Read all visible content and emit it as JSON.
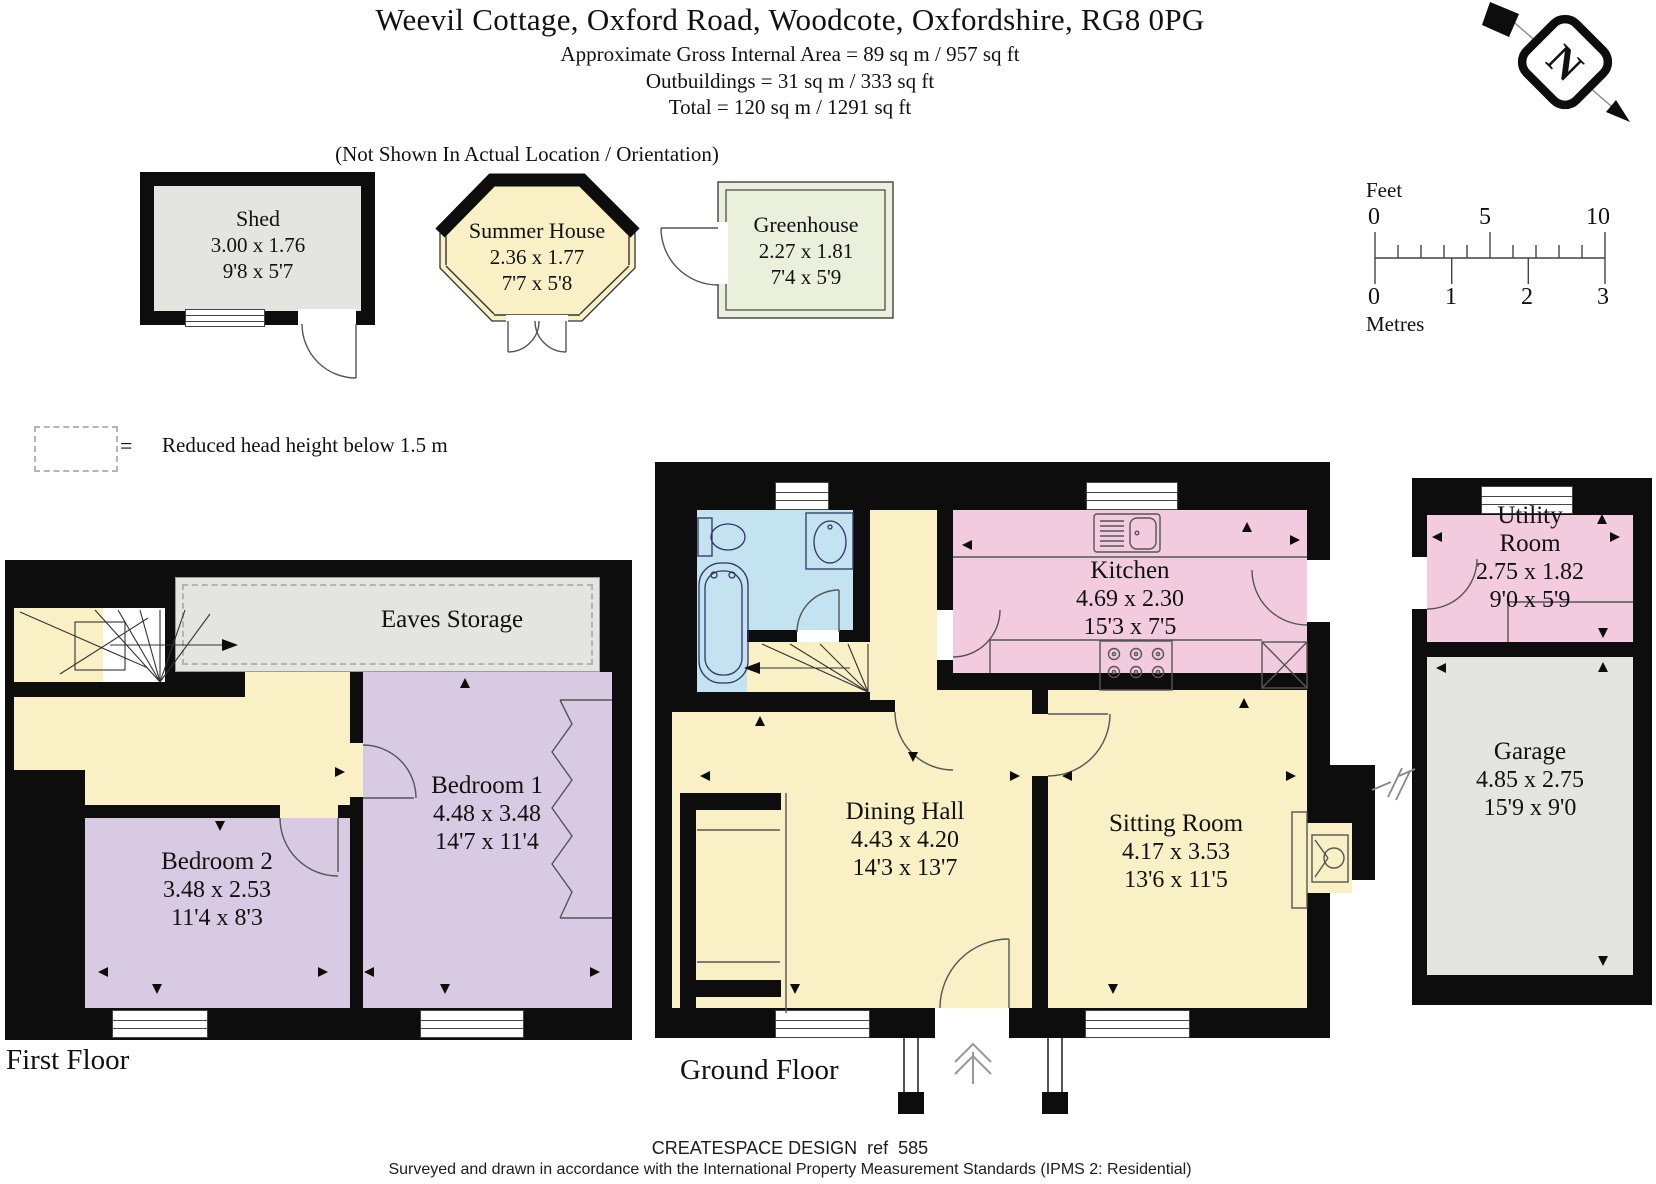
{
  "header": {
    "title": "Weevil Cottage, Oxford Road, Woodcote, Oxfordshire, RG8 0PG",
    "area_line": "Approximate Gross Internal Area = 89 sq m / 957 sq ft",
    "outbuildings_line": "Outbuildings = 31 sq m /  333 sq ft",
    "total_line": "Total = 120 sq m /  1291 sq ft"
  },
  "note": "(Not Shown In Actual Location / Orientation)",
  "north": {
    "letter": "N"
  },
  "scale": {
    "feet_label": "Feet",
    "metres_label": "Metres",
    "feet_values": [
      "0",
      "5",
      "10"
    ],
    "metre_values": [
      "0",
      "1",
      "2",
      "3"
    ]
  },
  "legend": {
    "symbol": "=",
    "text": "Reduced head height below 1.5 m"
  },
  "outbuildings": {
    "shed": {
      "name": "Shed",
      "metric": "3.00 x 1.76",
      "imperial": "9'8 x 5'7"
    },
    "summer_house": {
      "name": "Summer House",
      "metric": "2.36 x 1.77",
      "imperial": "7'7 x 5'8"
    },
    "greenhouse": {
      "name": "Greenhouse",
      "metric": "2.27 x 1.81",
      "imperial": "7'4 x 5'9"
    }
  },
  "first_floor": {
    "label": "First Floor",
    "eaves_label": "Eaves Storage",
    "bedroom1": {
      "name": "Bedroom 1",
      "metric": "4.48 x 3.48",
      "imperial": "14'7 x 11'4"
    },
    "bedroom2": {
      "name": "Bedroom 2",
      "metric": "3.48 x 2.53",
      "imperial": "11'4 x 8'3"
    }
  },
  "ground_floor": {
    "label": "Ground Floor",
    "kitchen": {
      "name": "Kitchen",
      "metric": "4.69 x 2.30",
      "imperial": "15'3 x 7'5"
    },
    "dining_hall": {
      "name": "Dining Hall",
      "metric": "4.43 x 4.20",
      "imperial": "14'3 x 13'7"
    },
    "sitting_room": {
      "name": "Sitting Room",
      "metric": "4.17 x 3.53",
      "imperial": "13'6 x 11'5"
    }
  },
  "annex": {
    "utility": {
      "name": "Utility Room",
      "metric": "2.75 x 1.82",
      "imperial": "9'0 x 5'9"
    },
    "garage": {
      "name": "Garage",
      "metric": "4.85 x 2.75",
      "imperial": "15'9 x 9'0"
    }
  },
  "footer": {
    "credit": "CREATESPACE DESIGN  ref  585",
    "standards": "Surveyed and drawn in accordance with the International Property Measurement Standards (IPMS 2: Residential)"
  },
  "colors": {
    "wall": "#0d0d0d",
    "room_yellow": "#FAF0C6",
    "bedroom_purple": "#D9CAE3",
    "kitchen_pink": "#F2CBDF",
    "bathroom_blue": "#C3E3F1",
    "storage_grey": "#E4E4E1",
    "greenhouse_green": "#EAF0DC"
  }
}
